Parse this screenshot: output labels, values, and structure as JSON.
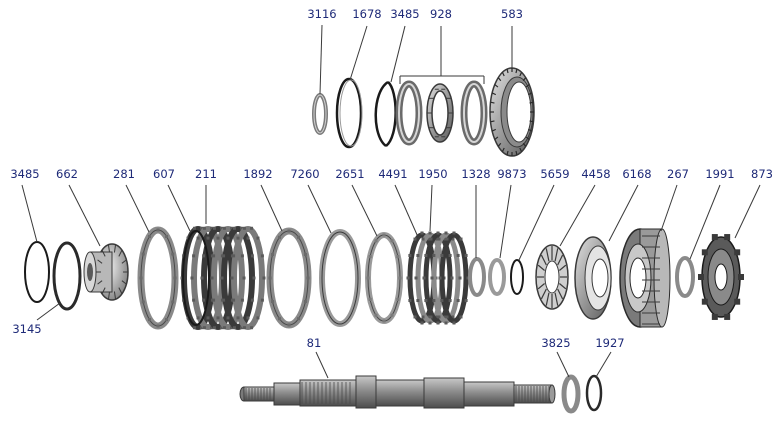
{
  "diagram": {
    "label_color": "#1e2a78",
    "leader_color": "#3a3a3a",
    "part_colors": {
      "steel": "#8a8a8a",
      "steel_dark": "#4a4a4a",
      "steel_light": "#d2d2d2",
      "snap_ring": "#1a1a1a"
    },
    "callouts": {
      "p3116": "3116",
      "p1678": "1678",
      "p3485_top": "3485",
      "p928": "928",
      "p583": "583",
      "p3485_left": "3485",
      "p662": "662",
      "p281": "281",
      "p607": "607",
      "p211": "211",
      "p1892": "1892",
      "p7260": "7260",
      "p2651": "2651",
      "p4491": "4491",
      "p1950": "1950",
      "p1328": "1328",
      "p9873": "9873",
      "p5659": "5659",
      "p4458": "4458",
      "p6168": "6168",
      "p267": "267",
      "p1991": "1991",
      "p873": "873",
      "p3145": "3145",
      "p81": "81",
      "p3825": "3825",
      "p1927": "1927"
    }
  }
}
